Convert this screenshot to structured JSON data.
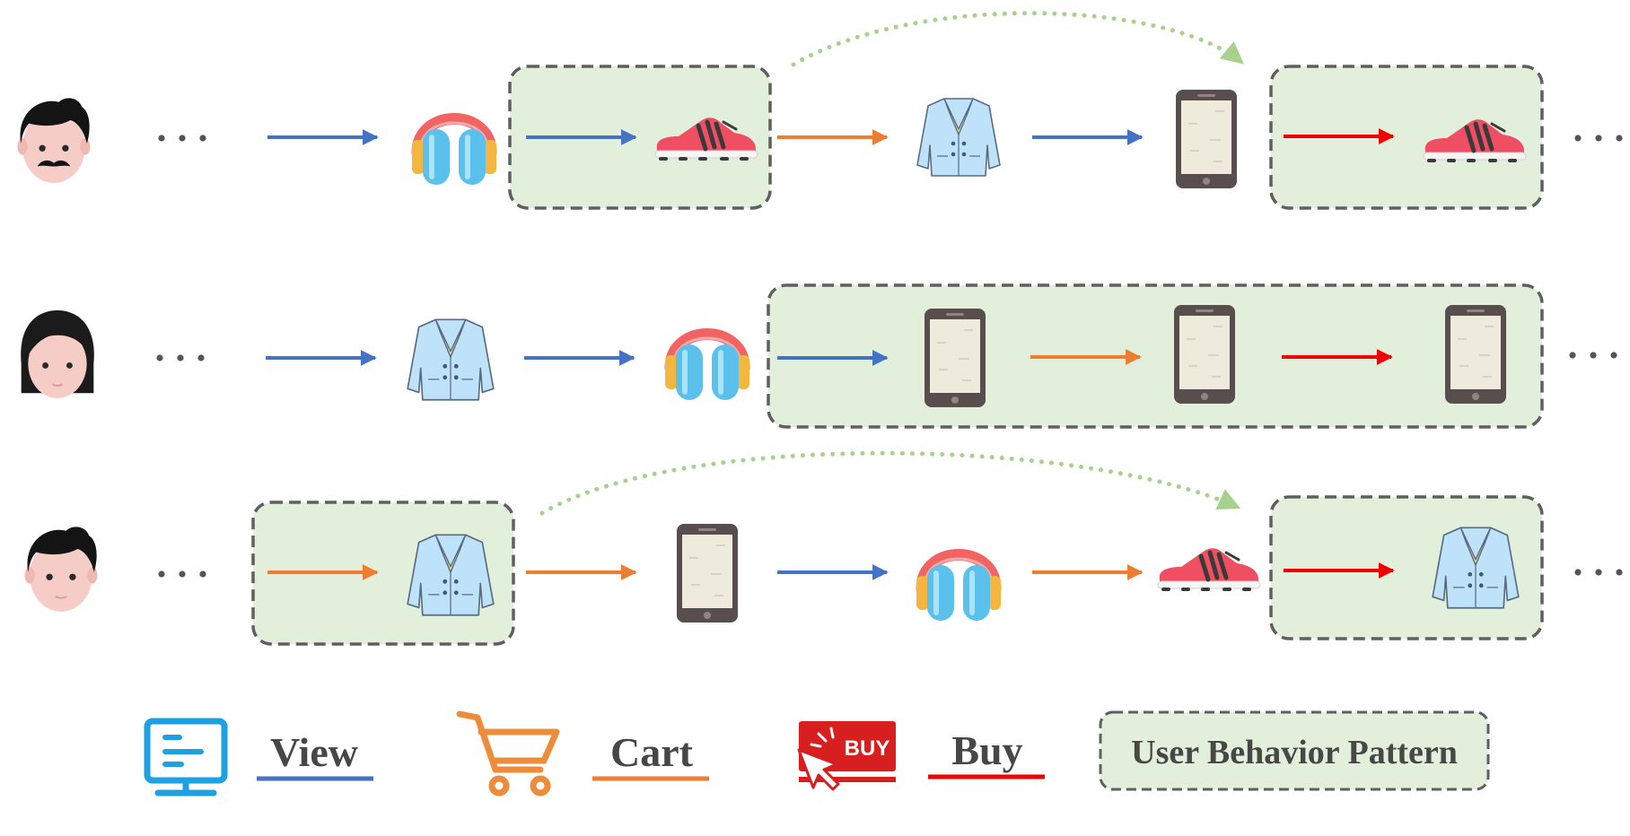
{
  "colors": {
    "view": "#4472C4",
    "cart": "#ED7D31",
    "buy": "#EE0000",
    "pattern_fill": "#E2EFDA",
    "pattern_border": "#5F5F5F",
    "dotted_link": "#A9D18E",
    "ellipsis": "#555555"
  },
  "rows": [
    {
      "user": "man-mustache",
      "sequence": [
        "headphones",
        "sneaker",
        "coat",
        "phone",
        "sneaker"
      ],
      "behaviors": [
        "view",
        "view",
        "cart",
        "view",
        "buy"
      ]
    },
    {
      "user": "woman",
      "sequence": [
        "coat",
        "headphones",
        "phone",
        "phone",
        "phone"
      ],
      "behaviors": [
        "view",
        "view",
        "view",
        "cart",
        "buy"
      ]
    },
    {
      "user": "man",
      "sequence": [
        "coat",
        "phone",
        "headphones",
        "sneaker",
        "coat"
      ],
      "behaviors": [
        "cart",
        "cart",
        "view",
        "cart",
        "buy"
      ]
    }
  ],
  "legend": {
    "view_label": "View",
    "cart_label": "Cart",
    "buy_label": "Buy",
    "pattern_label": "User Behavior Pattern",
    "buy_icon_text": "BUY"
  }
}
